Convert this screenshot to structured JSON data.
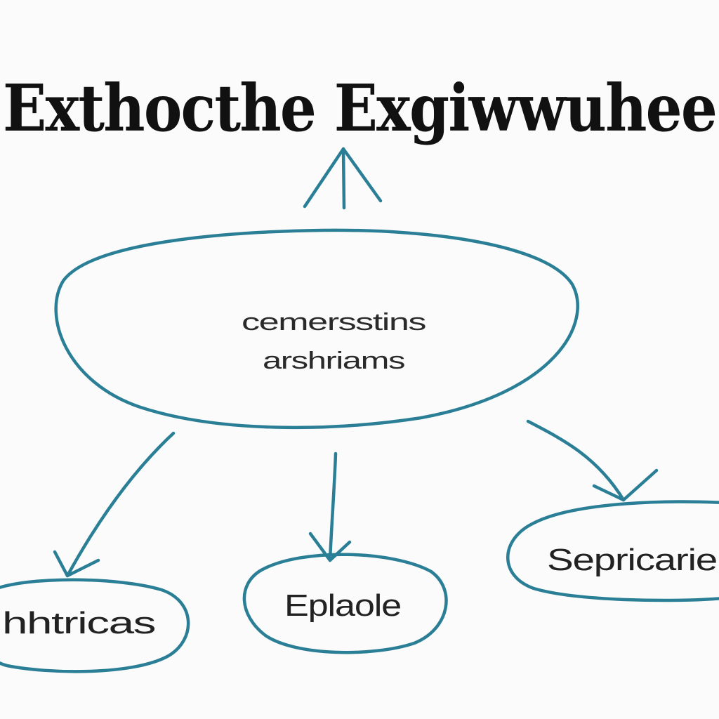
{
  "title": "Exthocthe Exgiwwuhee",
  "central_node": {
    "line1": "cemersstins",
    "line2": "arshriams"
  },
  "nodes": {
    "left": "hhtricas",
    "middle": "Eplaole",
    "right": "Sepricarie"
  },
  "colors": {
    "stroke": "#2a7f96",
    "text": "#111111",
    "background": "#fbfbfb"
  }
}
